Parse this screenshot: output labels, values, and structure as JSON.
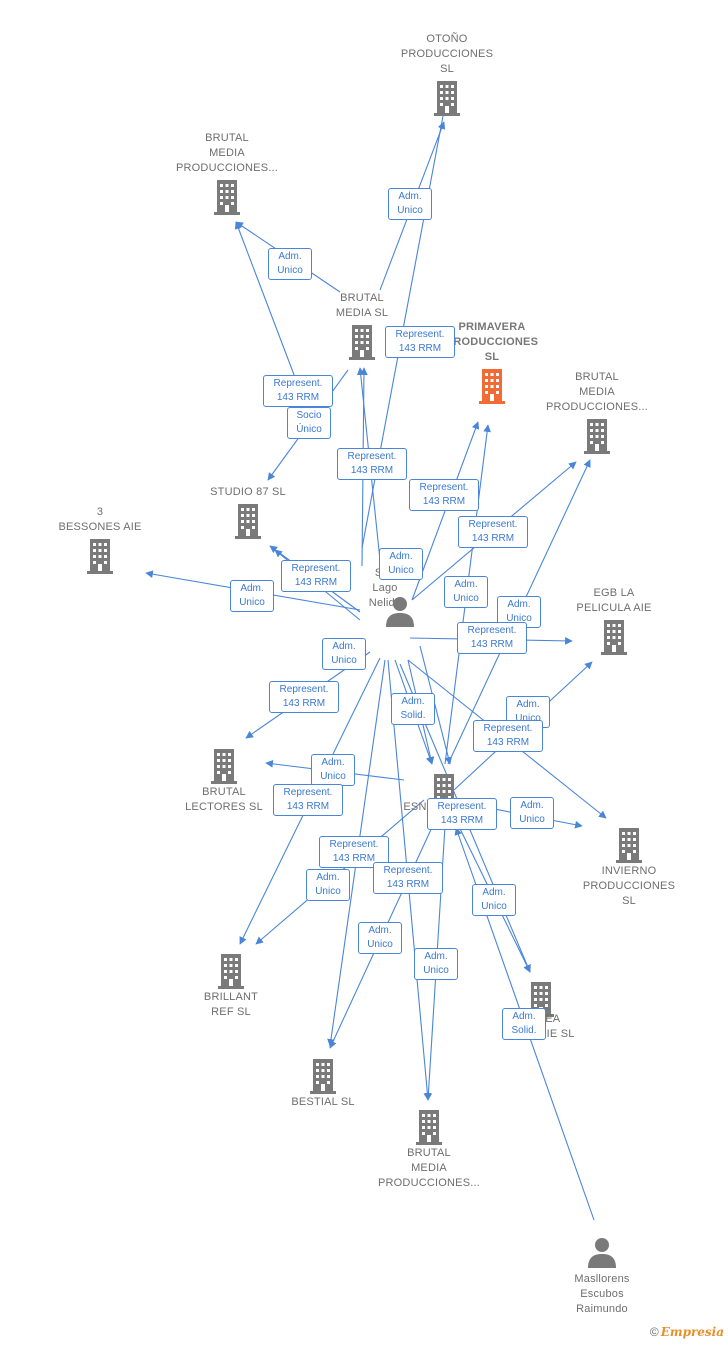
{
  "colors": {
    "edge": "#4a86d8",
    "company": "#7a7a7a",
    "highlight": "#f26b35",
    "person": "#7a7a7a"
  },
  "nodes": [
    {
      "id": "otono",
      "type": "company",
      "label": "OTOÑO\nPRODUCCIONES\nSL"
    },
    {
      "id": "bm_top",
      "type": "company",
      "label": "BRUTAL\nMEDIA\nPRODUCCIONES..."
    },
    {
      "id": "bm_sl",
      "type": "company",
      "label": "BRUTAL\nMEDIA SL"
    },
    {
      "id": "primavera",
      "type": "company-main",
      "label": "PRIMAVERA\nPRODUCCIONES\nSL"
    },
    {
      "id": "bm_right",
      "type": "company",
      "label": "BRUTAL\nMEDIA\nPRODUCCIONES..."
    },
    {
      "id": "studio87",
      "type": "company",
      "label": "STUDIO 87 SL"
    },
    {
      "id": "bessones",
      "type": "company",
      "label": "3\nBESSONES AIE"
    },
    {
      "id": "person_main",
      "type": "person",
      "label": "San\nLago\nNelida"
    },
    {
      "id": "egb",
      "type": "company",
      "label": "EGB LA\nPELICULA AIE"
    },
    {
      "id": "lectores",
      "type": "company",
      "label": "BRUTAL\nLECTORES SL"
    },
    {
      "id": "esn",
      "type": "company",
      "label": "ESN"
    },
    {
      "id": "invierno",
      "type": "company",
      "label": "INVIERNO\nPRODUCCIONES\nSL"
    },
    {
      "id": "brillant",
      "type": "company",
      "label": "BRILLANT\nREF SL"
    },
    {
      "id": "odisea",
      "type": "company",
      "label": "SEA\nSERIE SL"
    },
    {
      "id": "bestial",
      "type": "company",
      "label": "BESTIAL SL"
    },
    {
      "id": "bm_bottom",
      "type": "company",
      "label": "BRUTAL\nMEDIA\nPRODUCCIONES..."
    },
    {
      "id": "person_b",
      "type": "person",
      "label": "Masllorens\nEscubos\nRaimundo"
    }
  ],
  "edge_labels": [
    {
      "id": "e1",
      "text": "Adm.\nUnico"
    },
    {
      "id": "e2",
      "text": "Adm.\nUnico"
    },
    {
      "id": "e3",
      "text": "Represent.\n143 RRM"
    },
    {
      "id": "e4",
      "text": "Represent.\n143 RRM"
    },
    {
      "id": "e5",
      "text": "Socio\nÚnico"
    },
    {
      "id": "e6",
      "text": "Represent.\n143 RRM"
    },
    {
      "id": "e7",
      "text": "Represent.\n143 RRM"
    },
    {
      "id": "e8",
      "text": "Represent.\n143 RRM"
    },
    {
      "id": "e9",
      "text": "Adm.\nUnico"
    },
    {
      "id": "e10",
      "text": "Adm.\nUnico"
    },
    {
      "id": "e11",
      "text": "Represent.\n143 RRM"
    },
    {
      "id": "e12",
      "text": "Adm.\nUnico"
    },
    {
      "id": "e13",
      "text": "Adm.\nUnico"
    },
    {
      "id": "e14",
      "text": "Represent.\n143 RRM"
    },
    {
      "id": "e15",
      "text": "Adm.\nUnico"
    },
    {
      "id": "e16",
      "text": "Represent.\n143 RRM"
    },
    {
      "id": "e17",
      "text": "Adm.\nSolid."
    },
    {
      "id": "e18",
      "text": "Adm.\nUnico"
    },
    {
      "id": "e19",
      "text": "Represent.\n143 RRM"
    },
    {
      "id": "e20",
      "text": "Adm.\nUnico"
    },
    {
      "id": "e21",
      "text": "Represent.\n143 RRM"
    },
    {
      "id": "e22",
      "text": "Represent.\n143 RRM"
    },
    {
      "id": "e23",
      "text": "Adm.\nUnico"
    },
    {
      "id": "e24",
      "text": "Represent.\n143 RRM"
    },
    {
      "id": "e25",
      "text": "Represent.\n143 RRM"
    },
    {
      "id": "e26",
      "text": "Adm.\nUnico"
    },
    {
      "id": "e27",
      "text": "Adm.\nUnico"
    },
    {
      "id": "e28",
      "text": "Adm.\nUnico"
    },
    {
      "id": "e29",
      "text": "Adm.\nUnico"
    },
    {
      "id": "e30",
      "text": "Adm.\nSolid."
    }
  ],
  "brand": {
    "copyright": "©",
    "name": "Empresia"
  }
}
